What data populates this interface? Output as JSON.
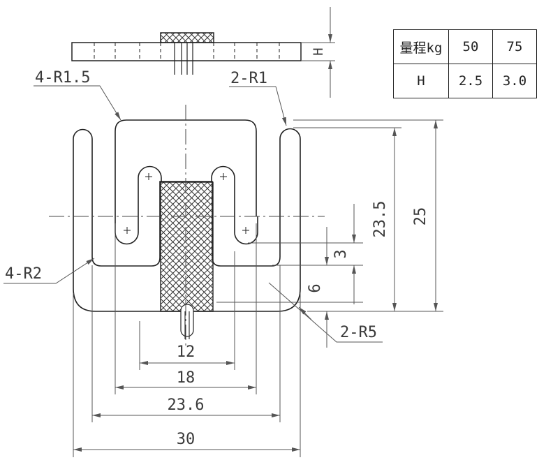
{
  "table": {
    "header": [
      "量程kg",
      "50",
      "75"
    ],
    "row": [
      "H",
      "2.5",
      "3.0"
    ]
  },
  "labels": {
    "radius_4_r1_5": "4-R1.5",
    "radius_2_r1": "2-R1",
    "radius_4_r2": "4-R2",
    "radius_2_r5": "2-R5",
    "height_h": "H"
  },
  "dimensions": {
    "d12": "12",
    "d18": "18",
    "d23_6": "23.6",
    "d30": "30",
    "d23_5": "23.5",
    "d25": "25",
    "d3": "3",
    "d6": "6"
  }
}
